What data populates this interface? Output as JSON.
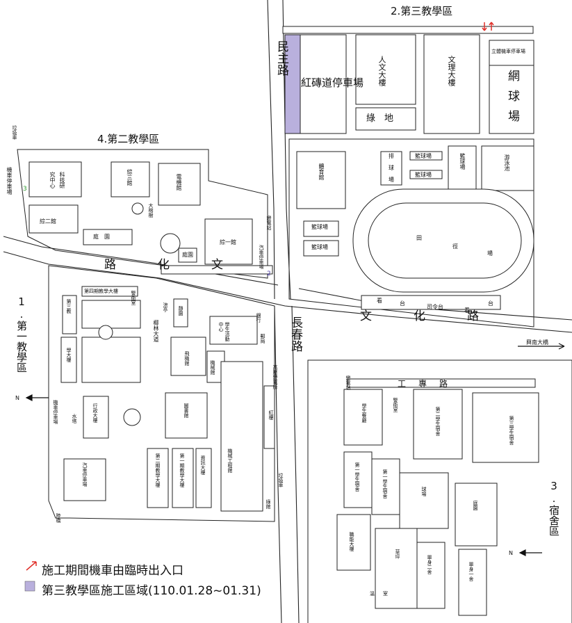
{
  "zones": {
    "zone1": "1.第一教學區",
    "zone2": "2.第三教學區",
    "zone3": "3.宿舍區",
    "zone4": "4.第二教學區"
  },
  "roads": {
    "minzhu": "民主路",
    "wenhua_left": "路化文",
    "wenhua_right": "文化路",
    "changchun": "長春路",
    "gongzhuan": "工專路"
  },
  "zone2": {
    "parking_red": "紅磚道停車場",
    "humanities": "人文大樓",
    "science": "文理大樓",
    "green": "綠　地",
    "moto_parking": "立體機車停車場",
    "tennis": "網球場",
    "gym": "體育館",
    "volleyball_a": "排",
    "volleyball_b": "球",
    "volleyball_c": "場",
    "basketball1": "籃球場",
    "basketball2": "籃球場",
    "basketball3": "籃球場",
    "basketball4": "籃球場",
    "basketball5": "籃球場",
    "pool": "游泳池",
    "track_a": "田",
    "track_b": "徑",
    "track_c": "場",
    "stand_a": "看",
    "stand_b": "台",
    "stand_c": "司令台",
    "stand_d": "看",
    "stand_e": "台",
    "bridge": "興南大橋"
  },
  "zone4": {
    "trash": "垃圾車",
    "moto_parking": "機車停車場",
    "research": "科技研究中心",
    "zong3": "綜三館",
    "ee": "電機館",
    "zong2": "綜二館",
    "banyan": "大榕樹",
    "garden1": "庭　園",
    "garden2": "庭園",
    "zong1": "綜一館",
    "substation": "變電站",
    "car_parking": "汽車停車場",
    "num2": "2",
    "num3": "3"
  },
  "zone1": {
    "building4": "第四期教學大樓",
    "guard": "警衛室",
    "cool": "涼亭",
    "jing": "靜園",
    "xiaolin": "椰林大道",
    "edu3": "第三教",
    "school": "學大樓",
    "student_act": "學生活動中心",
    "bank": "銀行",
    "post": "郵局",
    "aviation": "飛機館",
    "machine": "機械館",
    "library": "圖書館",
    "admin": "行政大樓",
    "water_tower": "水塔",
    "moto_parking": "機車停車場",
    "car_parking": "汽車停車場",
    "edu2": "第二期教學大樓",
    "edu1": "第一期教學大樓",
    "info": "資訊大樓",
    "mech_eng": "機械工程館",
    "gh": "高壓變電所",
    "red_building": "紅樓",
    "trash": "垃圾車",
    "lu": "綠館",
    "garage": "陸橋"
  },
  "zone3": {
    "substation": "變電站",
    "guard": "警衛室",
    "canteen": "學生餐廳",
    "dorm2": "第二學生宿舍",
    "dorm3": "第三學生宿舍",
    "dorm1a": "第一學生宿舍",
    "dorm1b": "第一學生宿舍",
    "court": "球場",
    "garden": "庭園",
    "function": "職能大樓",
    "lawn": "草坪",
    "pool_room": "溫室",
    "single2": "單身二舍",
    "single1": "單身一舍"
  },
  "compass": {
    "north1": "N",
    "north2": "N"
  },
  "legend": {
    "arrow_text": "施工期間機車由臨時出入口",
    "area_text": "第三教學區施工區域(110.01.28~01.31)",
    "arrow_color": "#e0302a",
    "area_color": "#b9b0dd"
  }
}
